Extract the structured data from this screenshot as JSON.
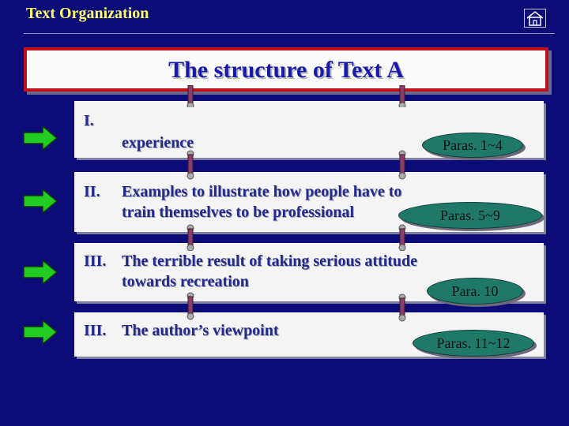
{
  "header": {
    "title": "Text Organization"
  },
  "title_box": {
    "text": "The structure of Text A"
  },
  "items": [
    {
      "roman": "I.",
      "lines": [
        "experience"
      ],
      "paras": "Paras. 1~4"
    },
    {
      "roman": "II.",
      "lines": [
        "Examples to illustrate how people have to",
        "train themselves to be professional"
      ],
      "paras": "Paras. 5~9"
    },
    {
      "roman": "III.",
      "lines": [
        "The terrible result of taking serious attitude",
        "towards recreation"
      ],
      "paras": "Para. 10"
    },
    {
      "roman": "III.",
      "lines": [
        "The author’s viewpoint"
      ],
      "paras": "Paras. 11~12"
    }
  ],
  "colors": {
    "background": "#0c0c78",
    "header_text": "#ffff66",
    "title_border": "#c0101a",
    "title_text": "#1a1aa8",
    "item_text": "#222a8a",
    "paras_fill": "#1f7868",
    "arrow_fill": "#22cc22",
    "connector": "#8c3c68"
  },
  "icons": {
    "home": "home-icon",
    "arrow": "right-arrow-icon"
  }
}
